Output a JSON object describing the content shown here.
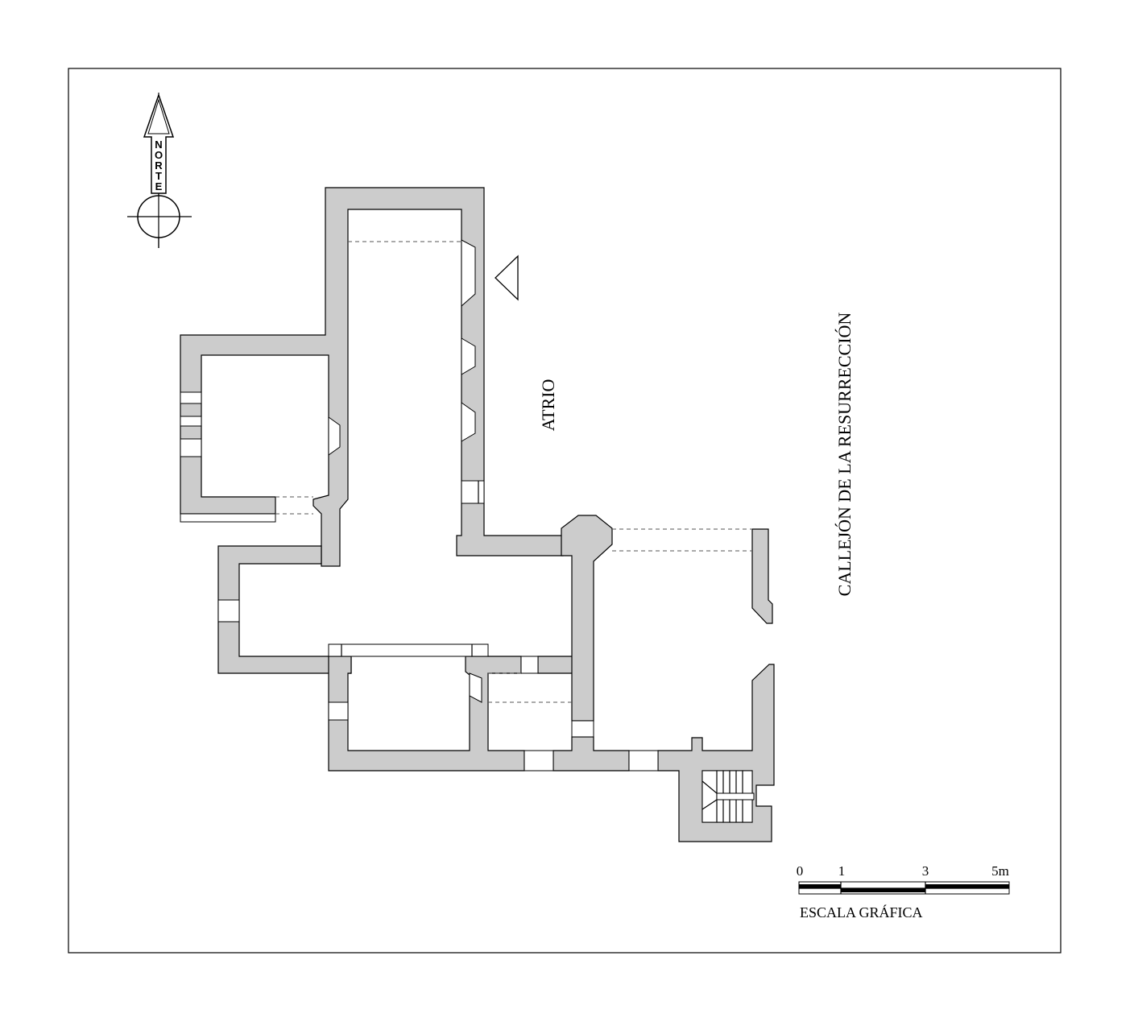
{
  "compass": {
    "letters": [
      "N",
      "O",
      "R",
      "T",
      "E"
    ]
  },
  "labels": {
    "atrio": "ATRIO",
    "callejon": "CALLEJÓN DE LA RESURRECCIÓN"
  },
  "scale": {
    "ticks": [
      "0",
      "1",
      "3",
      "5m"
    ],
    "title": "ESCALA GRÁFICA"
  },
  "colors": {
    "wall_fill": "#cccccc",
    "line": "#000000"
  }
}
